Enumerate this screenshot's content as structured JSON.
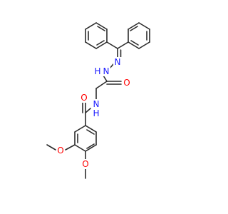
{
  "molecule": {
    "atoms": [
      {
        "label": "N",
        "color": "#1a1aff"
      },
      {
        "label": "H",
        "color": "#1a1aff"
      },
      {
        "label": "N",
        "color": "#1a1aff"
      },
      {
        "label": "O",
        "color": "#ff0000"
      },
      {
        "label": "N",
        "color": "#1a1aff"
      },
      {
        "label": "H",
        "color": "#1a1aff"
      },
      {
        "label": "O",
        "color": "#ff0000"
      },
      {
        "label": "O",
        "color": "#ff0000"
      },
      {
        "label": "O",
        "color": "#ff0000"
      }
    ],
    "colors": {
      "bond": "#2b2b2b",
      "nitrogen": "#1a1aff",
      "oxygen": "#ff0000"
    }
  }
}
